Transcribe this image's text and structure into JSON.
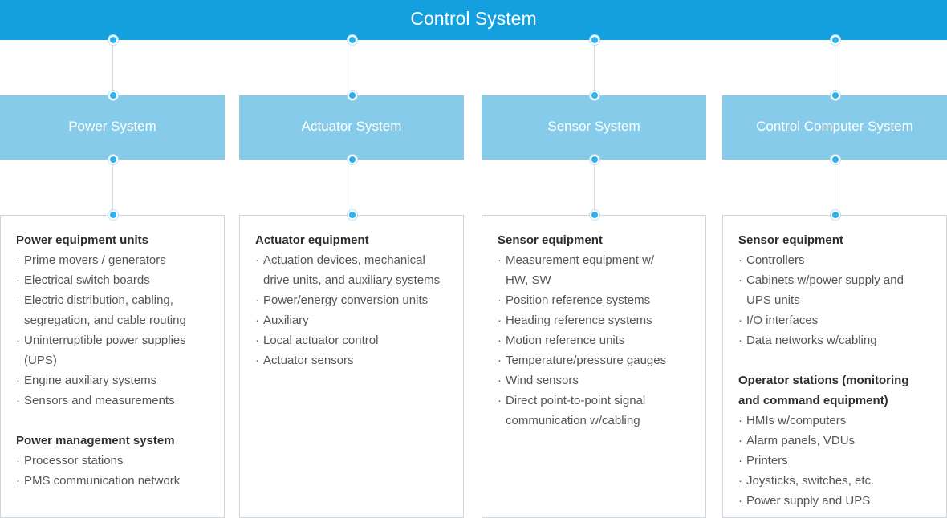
{
  "title": "Control System",
  "systems": [
    {
      "name": "Power System",
      "sections": [
        {
          "title": "Power equipment units",
          "items": [
            "Prime movers / generators",
            "Electrical switch boards",
            "Electric distribution, cabling, segregation, and cable routing",
            "Uninterruptible power supplies (UPS)",
            "Engine auxiliary systems",
            "Sensors and measurements"
          ]
        },
        {
          "title": "Power management system",
          "items": [
            "Processor stations",
            "PMS communication network"
          ]
        }
      ]
    },
    {
      "name": "Actuator System",
      "sections": [
        {
          "title": "Actuator equipment",
          "items": [
            "Actuation devices, mechanical drive units, and auxiliary systems",
            "Power/energy conversion units",
            "Auxiliary",
            "Local actuator control",
            "Actuator sensors"
          ]
        }
      ]
    },
    {
      "name": "Sensor System",
      "sections": [
        {
          "title": "Sensor equipment",
          "items": [
            "Measurement equipment w/ HW, SW",
            "Position reference systems",
            "Heading reference systems",
            "Motion reference units",
            "Temperature/pressure gauges",
            "Wind sensors",
            "Direct point-to-point signal communication w/cabling"
          ]
        }
      ]
    },
    {
      "name": "Control Computer System",
      "sections": [
        {
          "title": "Sensor equipment",
          "items": [
            "Controllers",
            "Cabinets w/power supply and UPS units",
            "I/O interfaces",
            "Data networks w/cabling"
          ]
        },
        {
          "title": "Operator stations (monitoring and command equipment)",
          "items": [
            "HMIs w/computers",
            "Alarm panels, VDUs",
            "Printers",
            "Joysticks, switches, etc.",
            "Power supply and UPS"
          ]
        }
      ]
    }
  ],
  "colors": {
    "header": "#14a0de",
    "system_box": "#86cbe9",
    "connector_dot": "#2cb0ee",
    "connector_line": "#d3d9de"
  }
}
